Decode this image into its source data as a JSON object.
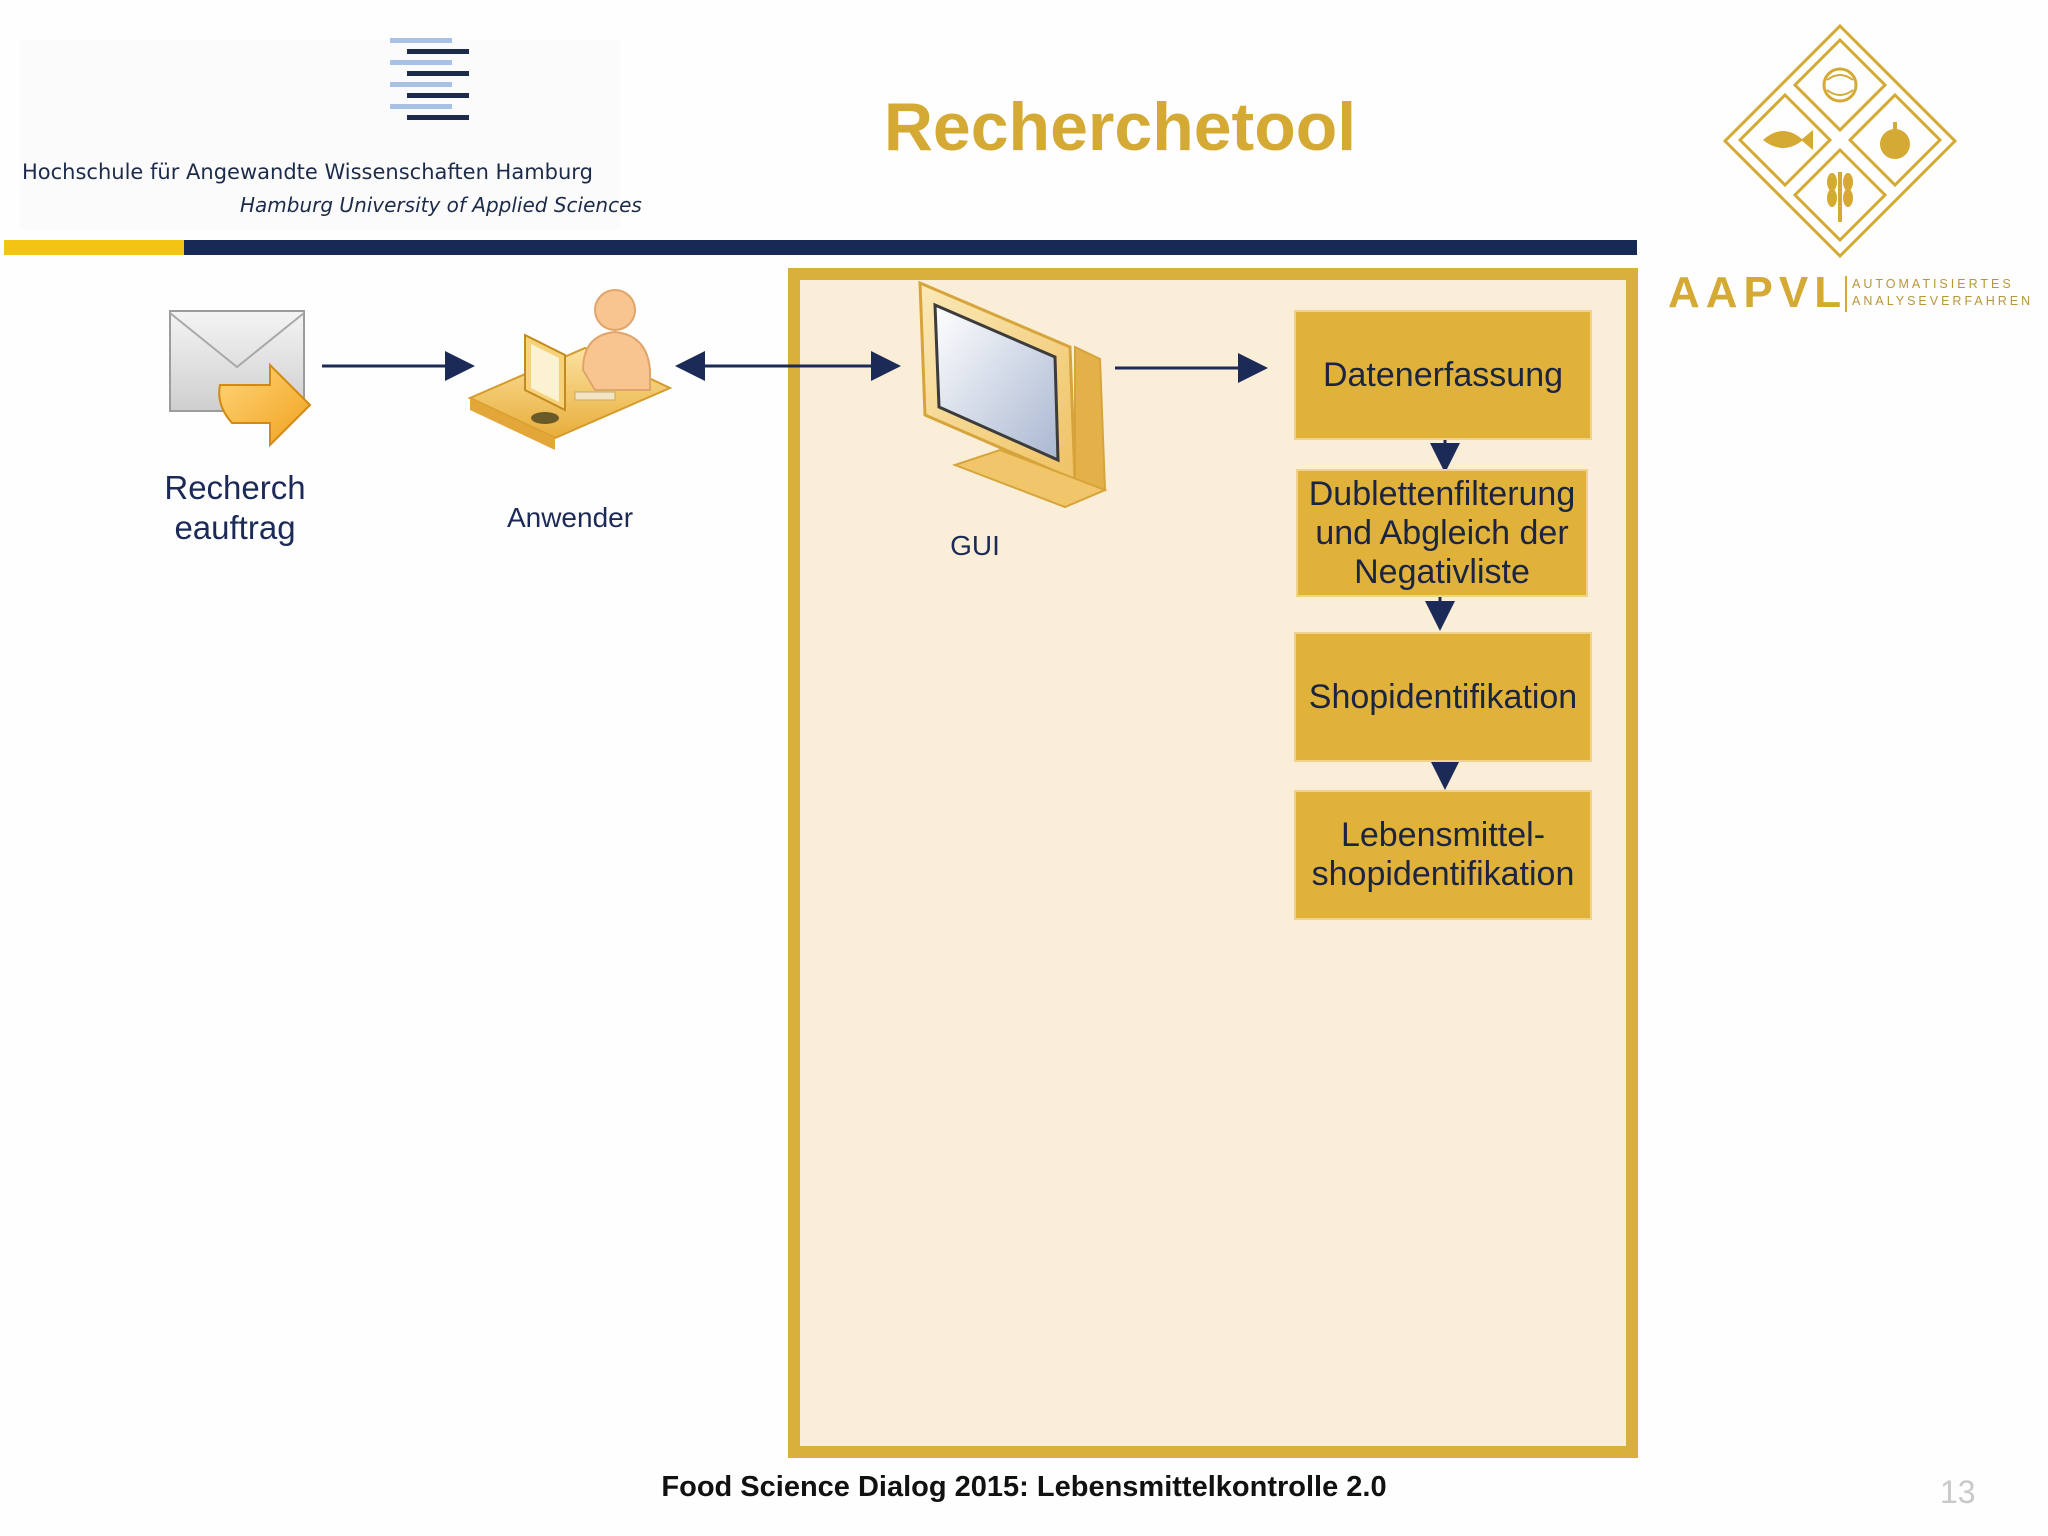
{
  "header": {
    "institution_name": "Hochschule für Angewandte Wissenschaften Hamburg",
    "institution_name_en": "Hamburg University of Applied Sciences",
    "title": "Recherchetool"
  },
  "partner_logo": {
    "name": "AAPVL",
    "subtitle_line1": "AUTOMATISIERTES",
    "subtitle_line2": "ANALYSEVERFAHREN",
    "color": "#d4aa34"
  },
  "diagram": {
    "nodes": {
      "request": "Recherch\neauftrag",
      "user": "Anwender",
      "gui": "GUI"
    },
    "steps": [
      "Datenerfassung",
      "Dublettenfilterung\nund Abgleich der\nNegativliste",
      "Shopidentifikation",
      "Lebensmittel-\nshopidentifikation"
    ]
  },
  "colors": {
    "accent_gold": "#dab03c",
    "box_fill": "#e1b23a",
    "frame_fill": "#fbeed8",
    "navy": "#162a55",
    "yellow_bar": "#f2c511"
  },
  "footer": {
    "text": "Food Science Dialog 2015: Lebensmittelkontrolle 2.0",
    "page_number": "13"
  }
}
